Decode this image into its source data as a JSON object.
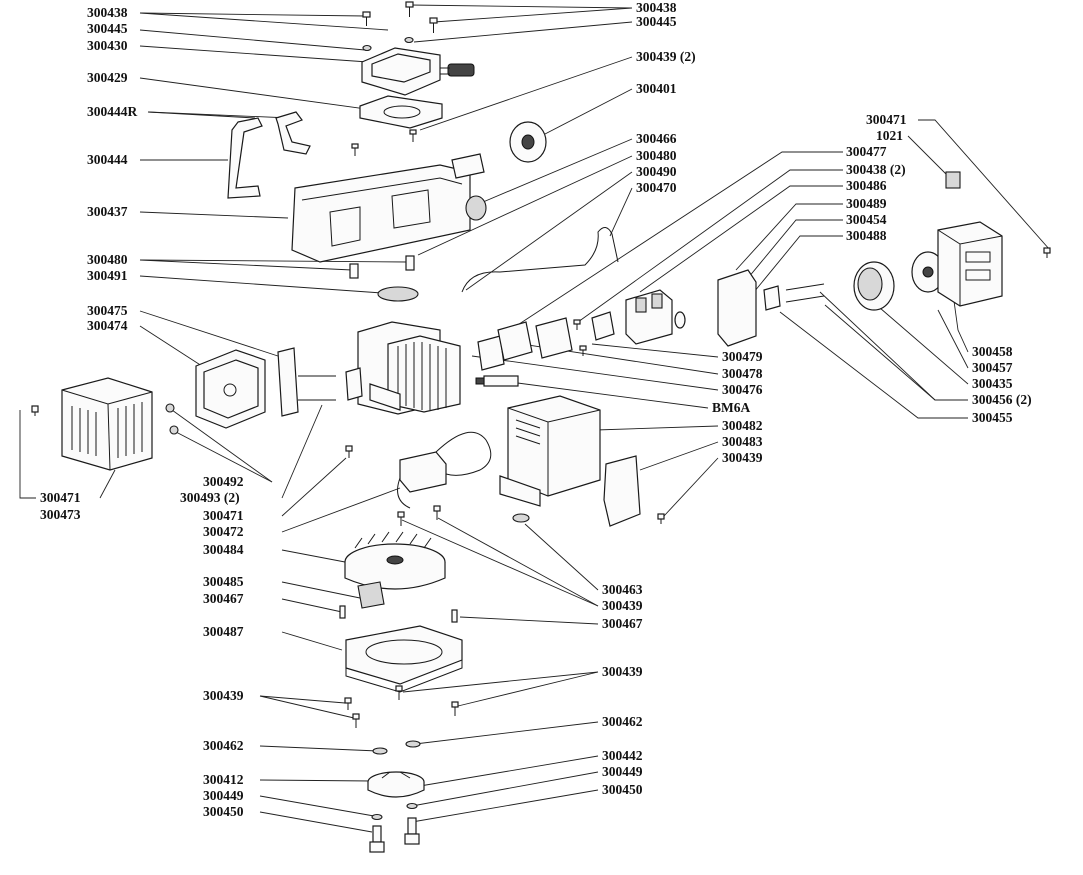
{
  "labels": {
    "l300438a": "300438",
    "l300445a": "300445",
    "l300430": "300430",
    "l300429": "300429",
    "l300444R": "300444R",
    "l300444": "300444",
    "l300437": "300437",
    "l300480a": "300480",
    "l300491": "300491",
    "l300475": "300475",
    "l300474": "300474",
    "l300471a": "300471",
    "l300473": "300473",
    "l300492": "300492",
    "l300493": "300493 (2)",
    "l300471b": "300471",
    "l300472": "300472",
    "l300484": "300484",
    "l300485": "300485",
    "l300467a": "300467",
    "l300487": "300487",
    "l300439a": "300439",
    "l300462a": "300462",
    "l300412": "300412",
    "l300449a": "300449",
    "l300450a": "300450",
    "l300438b": "300438",
    "l300445b": "300445",
    "l300439b": "300439 (2)",
    "l300401": "300401",
    "l300466": "300466",
    "l300480b": "300480",
    "l300490": "300490",
    "l300470": "300470",
    "l300477": "300477",
    "l300438c": "300438 (2)",
    "l300486": "300486",
    "l300489": "300489",
    "l300454": "300454",
    "l300488": "300488",
    "l300471c": "300471",
    "l1021": "1021",
    "l300479": "300479",
    "l300478": "300478",
    "l300476": "300476",
    "lBM6A": "BM6A",
    "l300482": "300482",
    "l300483": "300483",
    "l300439c": "300439",
    "l300458": "300458",
    "l300457": "300457",
    "l300435": "300435",
    "l300456": "300456 (2)",
    "l300455": "300455",
    "l300463": "300463",
    "l300439d": "300439",
    "l300467b": "300467",
    "l300439e": "300439",
    "l300462b": "300462",
    "l300442": "300442",
    "l300449b": "300449",
    "l300450b": "300450"
  }
}
